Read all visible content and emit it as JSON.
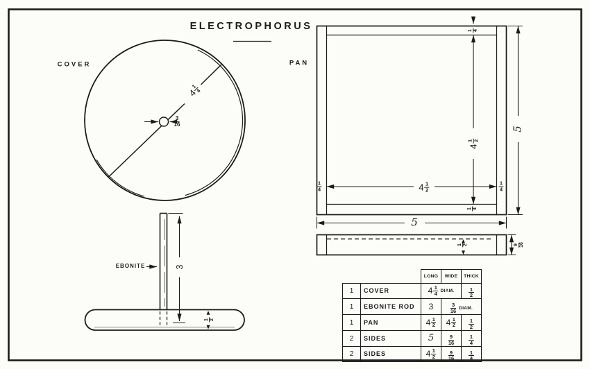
{
  "title": "ELECTROPHORUS",
  "cover": {
    "label": "COVER",
    "diameter": {
      "whole": "4",
      "num": "1",
      "den": "4"
    },
    "hole": {
      "num": "3",
      "den": "16"
    }
  },
  "pan": {
    "label": "PAN",
    "outer_height": "5",
    "outer_width": "5",
    "inner_height": {
      "whole": "4",
      "num": "1",
      "den": "2"
    },
    "inner_width": {
      "whole": "4",
      "num": "1",
      "den": "2"
    },
    "wall": {
      "num": "1",
      "den": "4"
    }
  },
  "pan_side_view": {
    "depth": {
      "num": "1",
      "den": "2"
    },
    "height": {
      "num": "9",
      "den": "16"
    }
  },
  "elevation": {
    "rod_label": "EBONITE",
    "rod_length": "3",
    "disk_thickness": {
      "num": "1",
      "den": "2"
    }
  },
  "table": {
    "headers": [
      "LONG",
      "WIDE",
      "THICK"
    ],
    "rows": [
      {
        "qty": "1",
        "name": "COVER",
        "long": {
          "whole": "4",
          "num": "1",
          "den": "4"
        },
        "long_suffix": "DIAM.",
        "thick": {
          "num": "1",
          "den": "2"
        }
      },
      {
        "qty": "1",
        "name": "EBONITE ROD",
        "long": {
          "whole": "3"
        },
        "wide": {
          "num": "3",
          "den": "16"
        },
        "wide_suffix": "DIAM."
      },
      {
        "qty": "1",
        "name": "PAN",
        "long": {
          "whole": "4",
          "num": "1",
          "den": "2"
        },
        "wide": {
          "whole": "4",
          "num": "1",
          "den": "2"
        },
        "thick": {
          "num": "1",
          "den": "2"
        }
      },
      {
        "qty": "2",
        "name": "SIDES",
        "long": {
          "whole": "5"
        },
        "wide": {
          "num": "9",
          "den": "16"
        },
        "thick": {
          "num": "1",
          "den": "4"
        }
      },
      {
        "qty": "2",
        "name": "SIDES",
        "long": {
          "whole": "4",
          "num": "1",
          "den": "2"
        },
        "wide": {
          "num": "9",
          "den": "16"
        },
        "thick": {
          "num": "1",
          "den": "4"
        }
      }
    ]
  },
  "colors": {
    "ink": "#1b1b1b",
    "paper": "#fcfcf9"
  }
}
